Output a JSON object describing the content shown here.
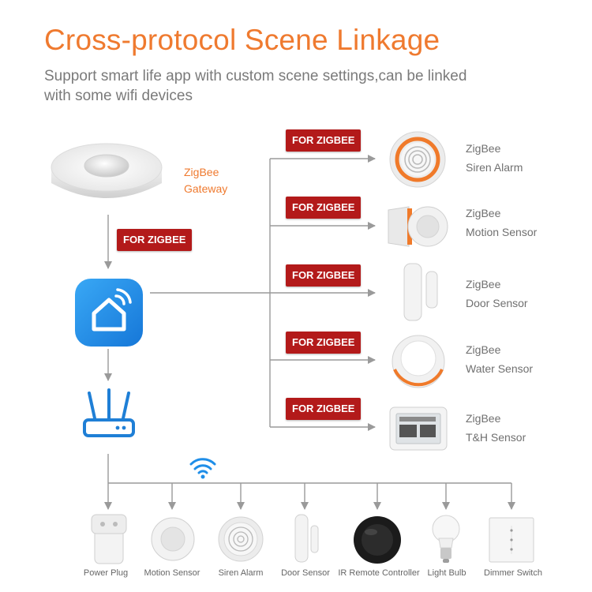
{
  "header": {
    "title": "Cross-protocol Scene Linkage",
    "subtitle": "Support smart life app with custom scene settings,can be linked with some wifi devices"
  },
  "gateway": {
    "line1": "ZigBee",
    "line2": "Gateway"
  },
  "tags": {
    "gateway_tag": "FOR ZIGBEE",
    "siren_tag": "FOR ZIGBEE",
    "motion_tag": "FOR ZIGBEE",
    "door_tag": "FOR ZIGBEE",
    "water_tag": "FOR ZIGBEE",
    "th_tag": "FOR ZIGBEE"
  },
  "zigbee_devices": [
    {
      "line1": "ZigBee",
      "line2": "Siren Alarm"
    },
    {
      "line1": "ZigBee",
      "line2": "Motion Sensor"
    },
    {
      "line1": "ZigBee",
      "line2": "Door Sensor"
    },
    {
      "line1": "ZigBee",
      "line2": "Water Sensor"
    },
    {
      "line1": "ZigBee",
      "line2": "T&H Sensor"
    }
  ],
  "wifi_devices": [
    "Power Plug",
    "Motion Sensor",
    "Siren Alarm",
    "Door Sensor",
    "IR Remote Controller",
    "Light Bulb",
    "Dimmer Switch"
  ],
  "colors": {
    "accent": "#ef7a2f",
    "tag": "#b31a1a",
    "app_blue": "#1f8ee8",
    "line": "#9a9a9a"
  },
  "icons": {
    "app": "smart-home-app-icon",
    "router": "router-icon",
    "wifi": "wifi-icon"
  }
}
